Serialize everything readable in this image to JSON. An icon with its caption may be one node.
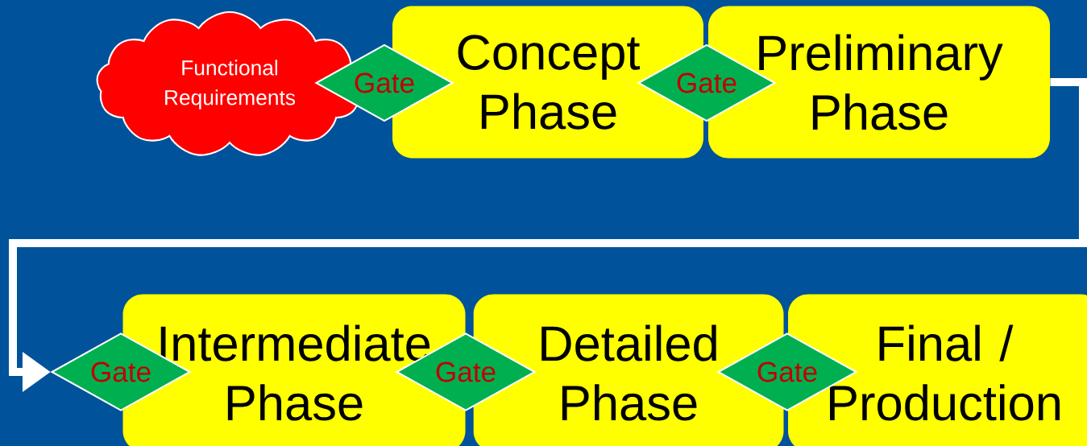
{
  "diagram": {
    "nodes": [
      {
        "text": [
          "Functional Requirements"
        ]
      },
      {
        "text": [
          "Gate"
        ]
      },
      {
        "text": [
          "Concept Phase"
        ]
      },
      {
        "text": [
          "Gate"
        ]
      },
      {
        "text": [
          "Preliminary Phase"
        ]
      },
      {
        "text": [
          "Gate"
        ]
      },
      {
        "text": [
          "Intermediate Phase"
        ]
      },
      {
        "text": [
          "Gate"
        ]
      },
      {
        "text": [
          "Detailed Phase"
        ]
      },
      {
        "text": [
          "Gate"
        ]
      },
      {
        "text": [
          "Final / Production"
        ]
      }
    ],
    "edges": [
      {
        "from": 4,
        "to": 5,
        "arrow": "to"
      }
    ]
  }
}
